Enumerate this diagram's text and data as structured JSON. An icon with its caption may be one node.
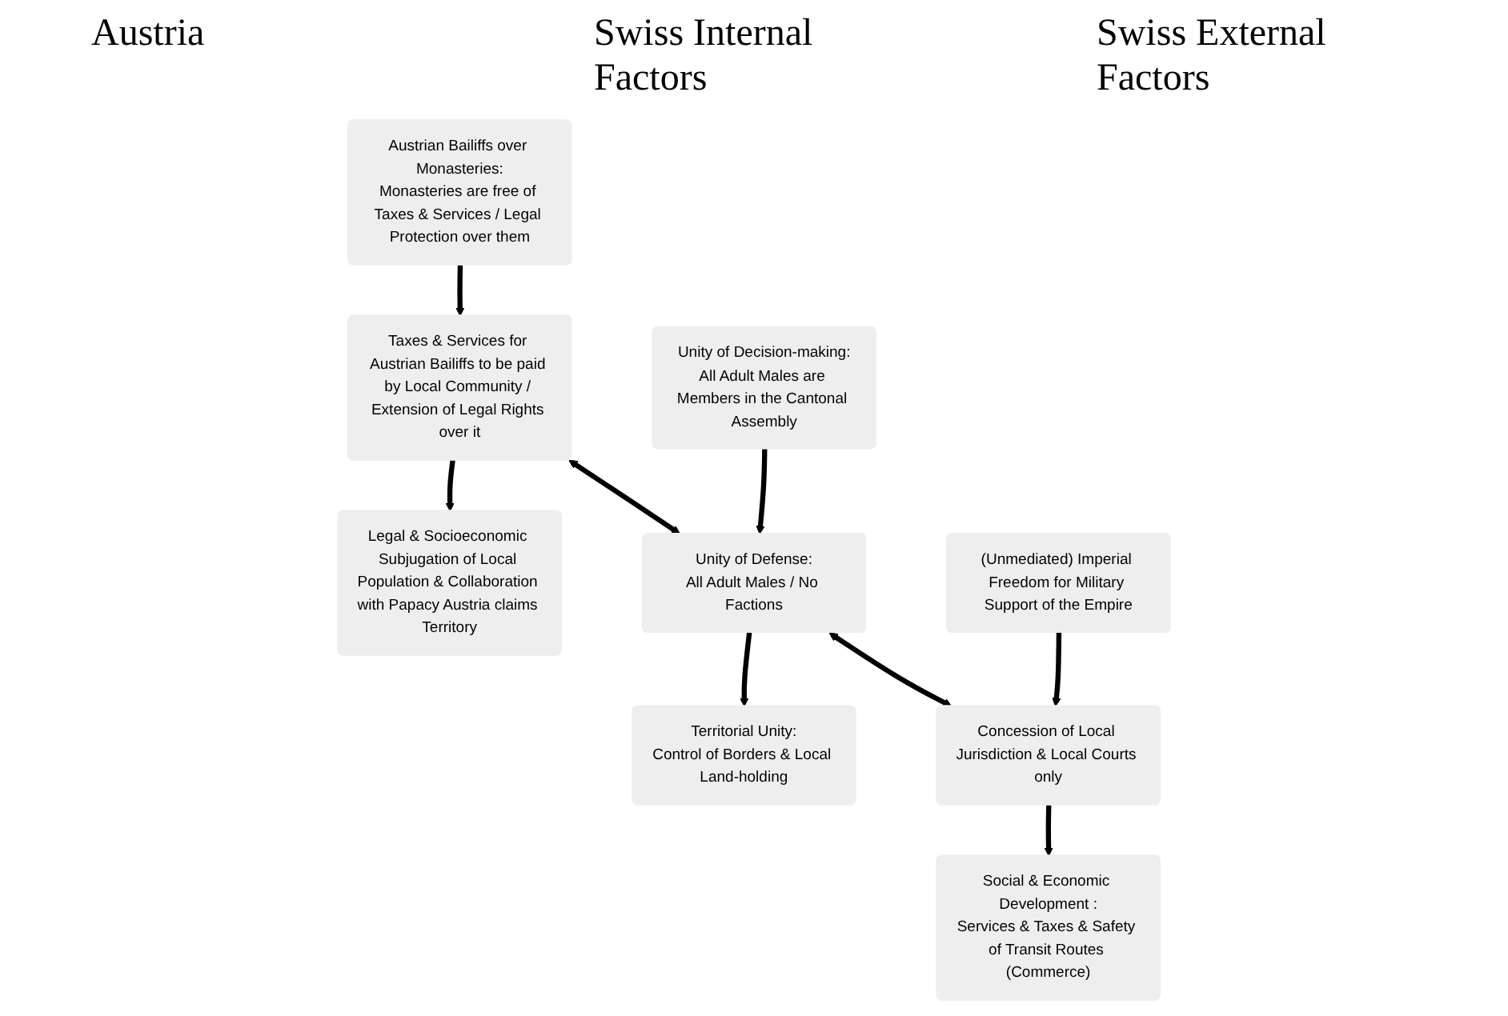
{
  "diagram": {
    "nodes": [
      {
        "text": [
          "Austrian Bailiffs over Monasteries:",
          "Monasteries are free of Taxes & Services / Legal Protection over them"
        ]
      },
      {
        "text": [
          "Taxes & Services for Austrian Bailiffs to be paid by Local Community / Extension of Legal Rights over it"
        ]
      },
      {
        "text": [
          "Legal & Socioeconomic Subjugation of Local Population & Collaboration with Papacy Austria claims Territory"
        ]
      },
      {
        "text": [
          "Unity of Decision-making:",
          "All Adult Males are Members in the Cantonal Assembly"
        ]
      },
      {
        "text": [
          "Unity of Defense:",
          "All Adult Males / No Factions"
        ]
      },
      {
        "text": [
          "Territorial Unity:",
          "Control of Borders & Local Land-holding"
        ]
      },
      {
        "text": [
          "(Unmediated) Imperial Freedom for Military Support of the Empire"
        ]
      },
      {
        "text": [
          "Concession of Local Jurisdiction & Local Courts only"
        ]
      },
      {
        "text": [
          "Social & Economic Development :",
          "Services & Taxes & Safety of Transit Routes (Commerce)"
        ]
      }
    ],
    "edges": [
      {
        "from": 0,
        "to": 1,
        "arrow": "to"
      },
      {
        "from": 1,
        "to": 2,
        "arrow": "to"
      },
      {
        "from": 3,
        "to": 4,
        "arrow": "to"
      },
      {
        "from": 4,
        "to": 5,
        "arrow": "to"
      },
      {
        "from": 6,
        "to": 7,
        "arrow": "to"
      },
      {
        "from": 7,
        "to": 8,
        "arrow": "to"
      },
      {
        "from": 1,
        "to": 4,
        "arrow": "both"
      },
      {
        "from": 4,
        "to": 7,
        "arrow": "both"
      }
    ],
    "labels": [
      "Austria",
      "Swiss Internal Factors",
      "Swiss External Factors"
    ]
  }
}
